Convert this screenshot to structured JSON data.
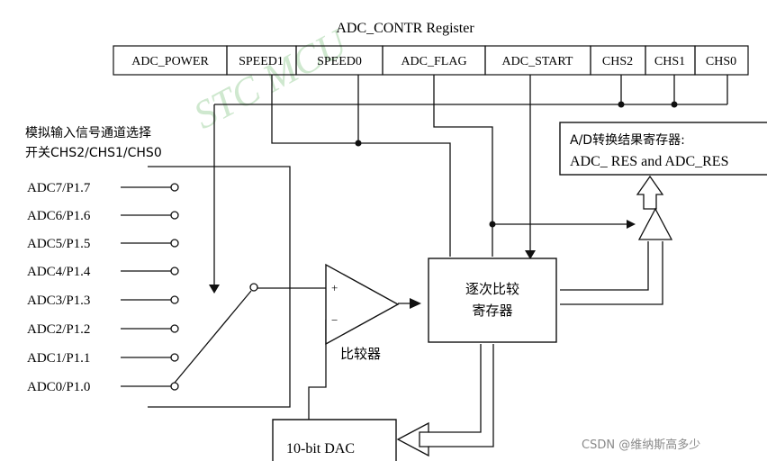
{
  "register": {
    "title": "ADC_CONTR Register",
    "bits": [
      "ADC_POWER",
      "SPEED1",
      "SPEED0",
      "ADC_FLAG",
      "ADC_START",
      "CHS2",
      "CHS1",
      "CHS0"
    ]
  },
  "mux_label": {
    "line1": "模拟输入信号通道选择",
    "line2": "开关CHS2/CHS1/CHS0"
  },
  "inputs": [
    "ADC7/P1.7",
    "ADC6/P1.6",
    "ADC5/P1.5",
    "ADC4/P1.4",
    "ADC3/P1.3",
    "ADC2/P1.2",
    "ADC1/P1.1",
    "ADC0/P1.0"
  ],
  "result_register": {
    "line1": "A/D转换结果寄存器:",
    "line2": "ADC_ RES and ADC_RES"
  },
  "sar": {
    "line1": "逐次比较",
    "line2": "寄存器"
  },
  "comparator": {
    "label": "比较器",
    "plus": "+",
    "minus": "−"
  },
  "dac": {
    "label": "10-bit DAC"
  },
  "watermark": "STC MCU",
  "credit": "CSDN @维纳斯高多少"
}
